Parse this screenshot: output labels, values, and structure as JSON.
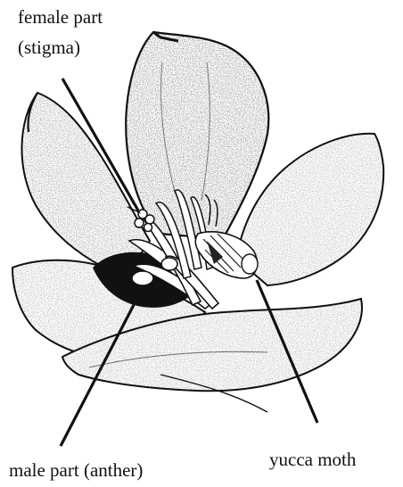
{
  "labels": {
    "female_part": "female part",
    "female_part_paren": "(stigma)",
    "male_part": "male part (anther)",
    "yucca_moth": "yucca moth"
  },
  "colors": {
    "ink": "#111111",
    "paper": "#ffffff",
    "stipple": "#444444"
  }
}
